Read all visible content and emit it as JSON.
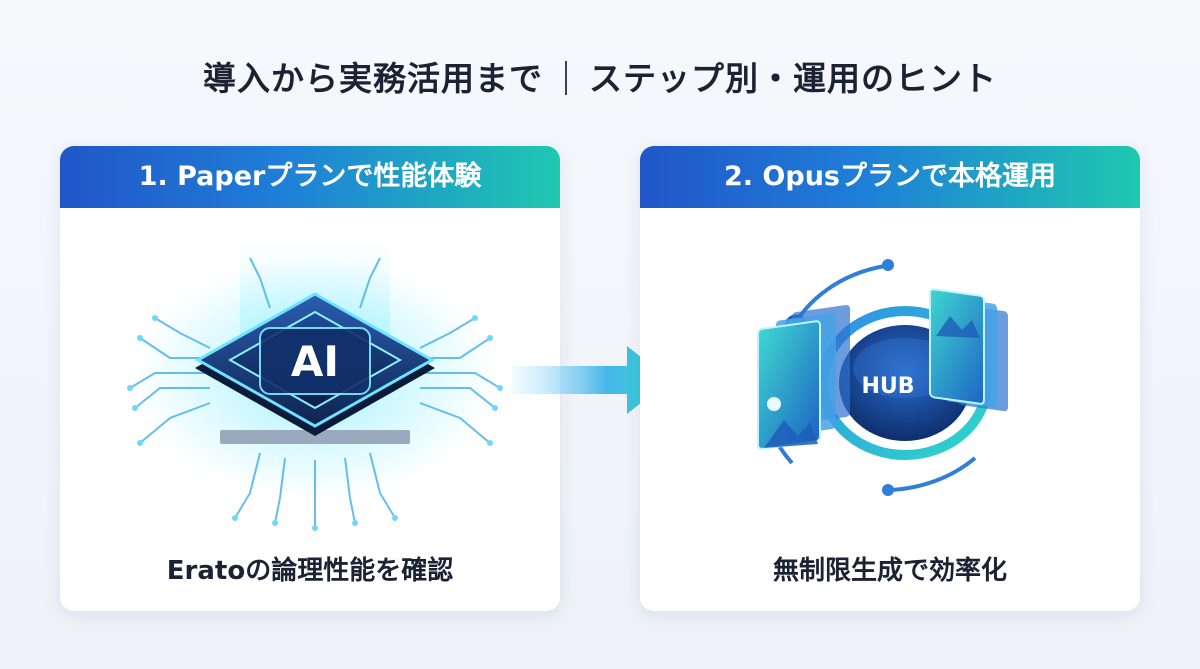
{
  "title": {
    "left": "導入から実務活用まで",
    "right": "ステップ別・運用のヒント"
  },
  "steps": [
    {
      "header": "1. Paperプランで性能体験",
      "chip_label": "AI",
      "icon": "ai-chip-icon",
      "caption": "Eratoの論理性能を確認"
    },
    {
      "header": "2. Opusプランで本格運用",
      "hub_label": "HUB",
      "icon": "hub-network-icon",
      "caption": "無制限生成で効率化"
    }
  ],
  "colors": {
    "header_start": "#2156c8",
    "header_end": "#1fc8b0",
    "accent_teal": "#2fd8c8",
    "chip_dark": "#16305e"
  }
}
